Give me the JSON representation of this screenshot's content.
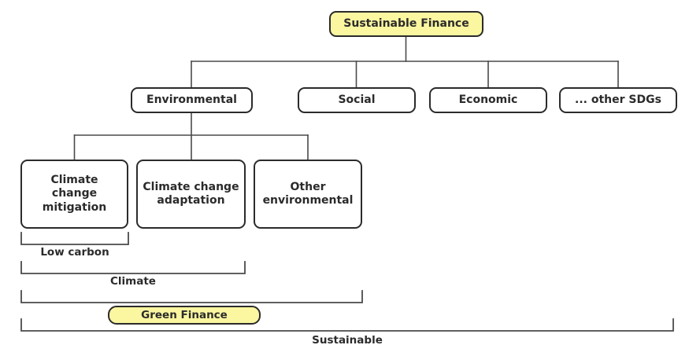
{
  "diagram": {
    "title": "Sustainable Finance taxonomy tree",
    "colors": {
      "highlight_fill": "#fbf6a0",
      "stroke": "#2b2b2b",
      "edge_stroke": "#4a4a4a",
      "background": "#ffffff",
      "text": "#2b2b2b"
    },
    "nodes": {
      "root": {
        "label": "Sustainable Finance",
        "style": "highlight"
      },
      "level2": [
        {
          "label": "Environmental",
          "style": "plain"
        },
        {
          "label": "Social",
          "style": "plain"
        },
        {
          "label": "Economic",
          "style": "plain"
        },
        {
          "label": "... other SDGs",
          "style": "plain"
        }
      ],
      "level3": [
        {
          "label": "Climate change\nmitigation",
          "style": "plain"
        },
        {
          "label": "Climate change\nadaptation",
          "style": "plain"
        },
        {
          "label": "Other\nenvironmental",
          "style": "plain"
        }
      ],
      "green_finance": {
        "label": "Green Finance",
        "style": "highlight"
      }
    },
    "brackets": [
      {
        "label": "Low carbon"
      },
      {
        "label": "Climate"
      },
      {
        "label": ""
      },
      {
        "label": "Sustainable"
      }
    ]
  }
}
